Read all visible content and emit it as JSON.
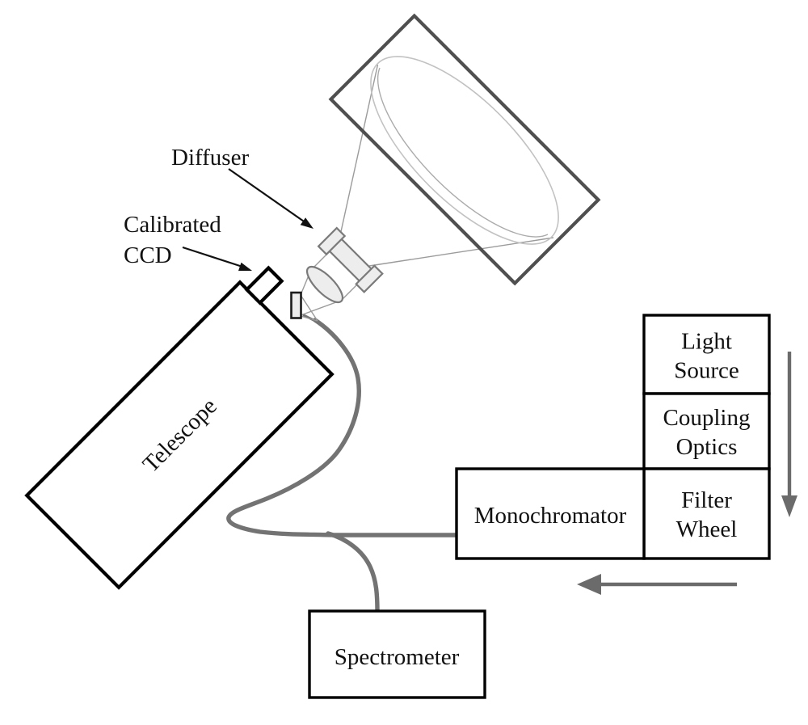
{
  "diagram": {
    "labels": {
      "diffuser": "Diffuser",
      "calibrated_ccd_line1": "Calibrated",
      "calibrated_ccd_line2": "CCD",
      "telescope": "Telescope",
      "light_source_line1": "Light",
      "light_source_line2": "Source",
      "coupling_optics_line1": "Coupling",
      "coupling_optics_line2": "Optics",
      "filter_wheel_line1": "Filter",
      "filter_wheel_line2": "Wheel",
      "monochromator": "Monochromator",
      "spectrometer": "Spectrometer"
    },
    "colors": {
      "background": "#ffffff",
      "box_outline": "#000000",
      "screen_outline": "#4f4f4f",
      "fiber_gray": "#737373",
      "flow_arrow_gray": "#6b6b6b",
      "beam_line_gray": "#9b9b9b",
      "light_spot_gray": "#c2c2c2",
      "optic_fill": "#ededed",
      "text": "#111111"
    }
  }
}
